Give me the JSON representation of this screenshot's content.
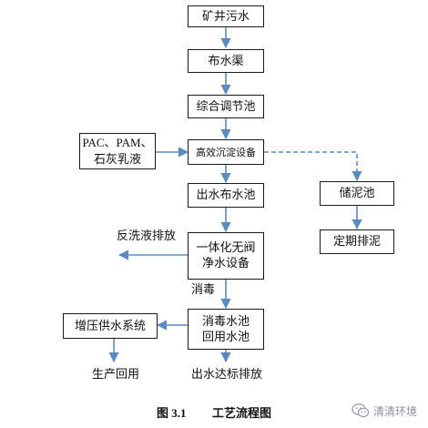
{
  "boxes": {
    "mine_water": "矿井污水",
    "distribution_channel": "布水渠",
    "regulating_tank": "综合调节池",
    "sedimentation_equipment": "高效沉淀设备",
    "outlet_distribution_tank": "出水布水池",
    "purification_line1": "一体化无阀",
    "purification_line2": "净水设备",
    "disinfection_line1": "消毒水池",
    "disinfection_line2": "回用水池",
    "booster_system": "增压供水系统",
    "sludge_tank": "储泥池",
    "periodic_discharge": "定期排泥",
    "chemicals_line1": "PAC、PAM、",
    "chemicals_line2": "石灰乳液"
  },
  "labels": {
    "backwash": "反洗液排放",
    "disinfect": "消毒",
    "production": "生产回用",
    "discharge": "出水达标排放"
  },
  "caption": {
    "number": "图 3.1",
    "title": "工艺流程图"
  },
  "watermark": {
    "text": "清清环境",
    "icon": "wechat-logo-icon"
  },
  "colors": {
    "arrow": "#5b8ac0",
    "box_border": "#1a1a1a",
    "text": "#111111"
  }
}
